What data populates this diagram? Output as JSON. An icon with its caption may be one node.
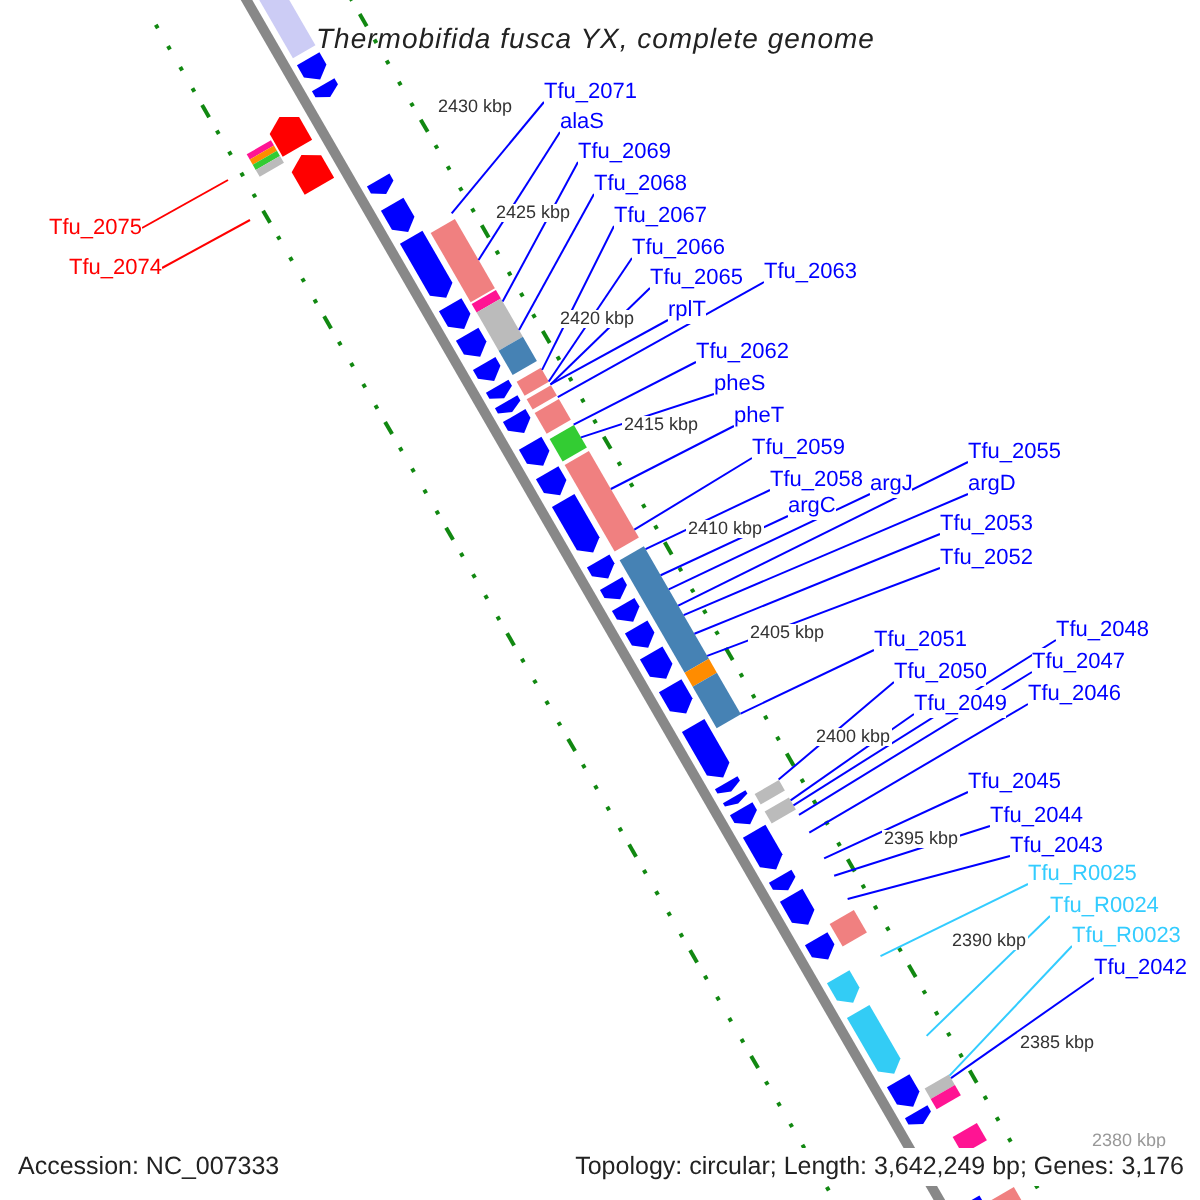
{
  "diagram": {
    "title": "Thermobifida fusca YX, complete genome",
    "nodes": [
      {
        "text": [
          "Tfu_2071"
        ]
      },
      {
        "text": [
          "alaS"
        ]
      },
      {
        "text": [
          "Tfu_2069"
        ]
      },
      {
        "text": [
          "Tfu_2068"
        ]
      },
      {
        "text": [
          "Tfu_2067"
        ]
      },
      {
        "text": [
          "Tfu_2066"
        ]
      },
      {
        "text": [
          "Tfu_2065"
        ]
      },
      {
        "text": [
          "rplT"
        ]
      },
      {
        "text": [
          "Tfu_2063"
        ]
      },
      {
        "text": [
          "Tfu_2062"
        ]
      },
      {
        "text": [
          "pheS"
        ]
      },
      {
        "text": [
          "pheT"
        ]
      },
      {
        "text": [
          "Tfu_2059"
        ]
      },
      {
        "text": [
          "Tfu_2058"
        ]
      },
      {
        "text": [
          "argC"
        ]
      },
      {
        "text": [
          "argJ"
        ]
      },
      {
        "text": [
          "Tfu_2055"
        ]
      },
      {
        "text": [
          "argD"
        ]
      },
      {
        "text": [
          "Tfu_2053"
        ]
      },
      {
        "text": [
          "Tfu_2052"
        ]
      },
      {
        "text": [
          "Tfu_2051"
        ]
      },
      {
        "text": [
          "Tfu_2050"
        ]
      },
      {
        "text": [
          "Tfu_2049"
        ]
      },
      {
        "text": [
          "Tfu_2048"
        ]
      },
      {
        "text": [
          "Tfu_2047"
        ]
      },
      {
        "text": [
          "Tfu_2046"
        ]
      },
      {
        "text": [
          "Tfu_2045"
        ]
      },
      {
        "text": [
          "Tfu_2044"
        ]
      },
      {
        "text": [
          "Tfu_2043"
        ]
      },
      {
        "text": [
          "Tfu_R0025"
        ]
      },
      {
        "text": [
          "Tfu_R0024"
        ]
      },
      {
        "text": [
          "Tfu_R0023"
        ]
      },
      {
        "text": [
          "Tfu_2042"
        ]
      },
      {
        "text": [
          "Tfu_2075"
        ]
      },
      {
        "text": [
          "Tfu_2074"
        ]
      }
    ],
    "edges": [
      {
        "from": 0,
        "to": null,
        "arrow": "none"
      },
      {
        "from": 1,
        "to": null,
        "arrow": "none"
      },
      {
        "from": 2,
        "to": null,
        "arrow": "none"
      },
      {
        "from": 3,
        "to": null,
        "arrow": "none"
      },
      {
        "from": 4,
        "to": null,
        "arrow": "none"
      },
      {
        "from": 5,
        "to": null,
        "arrow": "none"
      },
      {
        "from": 6,
        "to": null,
        "arrow": "none"
      },
      {
        "from": 7,
        "to": null,
        "arrow": "none"
      },
      {
        "from": 8,
        "to": null,
        "arrow": "none"
      },
      {
        "from": 9,
        "to": null,
        "arrow": "none"
      },
      {
        "from": 10,
        "to": null,
        "arrow": "none"
      },
      {
        "from": 11,
        "to": null,
        "arrow": "none"
      },
      {
        "from": 12,
        "to": null,
        "arrow": "none"
      },
      {
        "from": 13,
        "to": null,
        "arrow": "none"
      },
      {
        "from": 14,
        "to": null,
        "arrow": "none"
      },
      {
        "from": 15,
        "to": null,
        "arrow": "none"
      },
      {
        "from": 16,
        "to": null,
        "arrow": "none"
      },
      {
        "from": 17,
        "to": null,
        "arrow": "none"
      },
      {
        "from": 18,
        "to": null,
        "arrow": "none"
      },
      {
        "from": 19,
        "to": null,
        "arrow": "none"
      },
      {
        "from": 20,
        "to": null,
        "arrow": "none"
      },
      {
        "from": 21,
        "to": null,
        "arrow": "none"
      },
      {
        "from": 22,
        "to": null,
        "arrow": "none"
      },
      {
        "from": 23,
        "to": null,
        "arrow": "none"
      },
      {
        "from": 24,
        "to": null,
        "arrow": "none"
      },
      {
        "from": 25,
        "to": null,
        "arrow": "none"
      },
      {
        "from": 26,
        "to": null,
        "arrow": "none"
      },
      {
        "from": 27,
        "to": null,
        "arrow": "none"
      },
      {
        "from": 28,
        "to": null,
        "arrow": "none"
      },
      {
        "from": 29,
        "to": null,
        "arrow": "none",
        "color": "#33ccff"
      },
      {
        "from": 30,
        "to": null,
        "arrow": "none",
        "color": "#33ccff"
      },
      {
        "from": 31,
        "to": null,
        "arrow": "none",
        "color": "#33ccff"
      },
      {
        "from": 32,
        "to": null,
        "arrow": "none"
      },
      {
        "from": 33,
        "to": null,
        "arrow": "none",
        "color": "#ff0000"
      },
      {
        "from": 34,
        "to": null,
        "arrow": "none",
        "color": "#ff0000"
      }
    ],
    "labels": [
      "2430 kbp",
      "2425 kbp",
      "2420 kbp",
      "2415 kbp",
      "2410 kbp",
      "2405 kbp",
      "2400 kbp",
      "2395 kbp",
      "2390 kbp",
      "2385 kbp",
      "2380 kbp",
      "Accession: NC_007333",
      "Topology: circular; Length: 3,642,249 bp; Genes: 3,176"
    ]
  }
}
